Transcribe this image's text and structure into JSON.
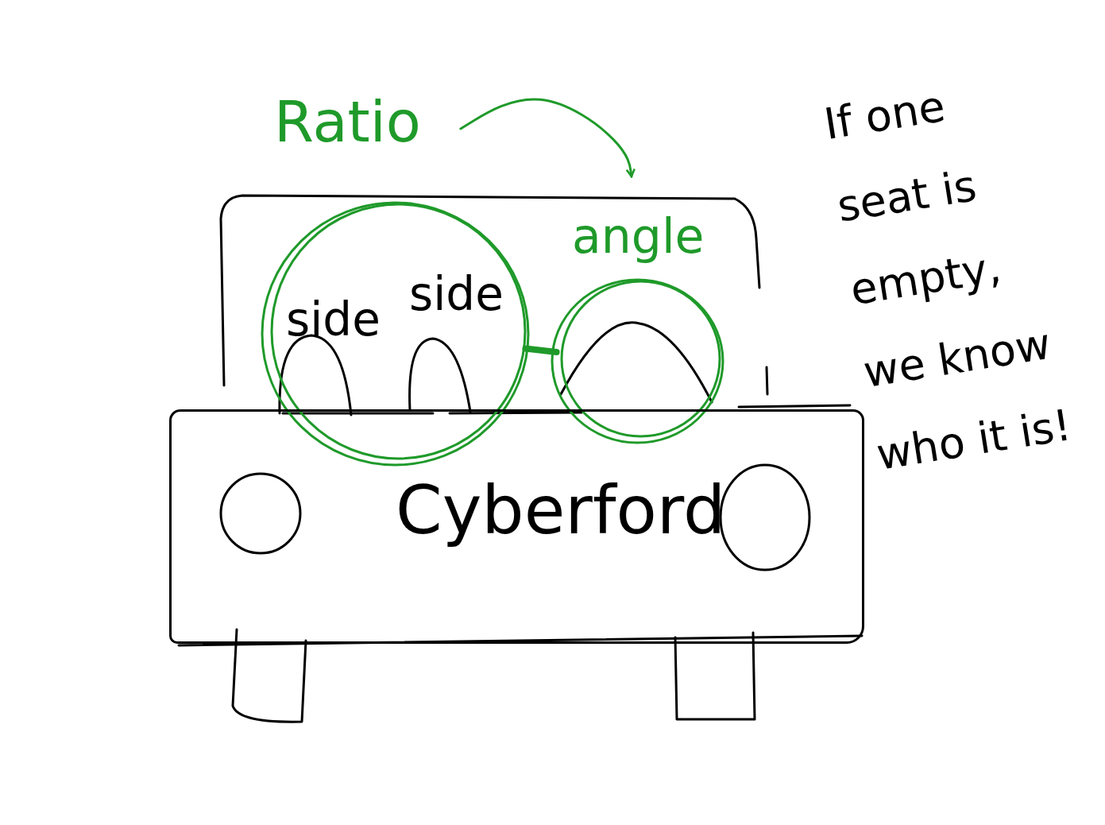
{
  "diagram": {
    "nodes": [
      {
        "text": [
          "Ratio",
          "side",
          "side"
        ]
      },
      {
        "text": [
          "angle"
        ]
      },
      {
        "text": [
          "Cyberford"
        ]
      }
    ],
    "edges": [
      {
        "from": 0,
        "to": 1,
        "arrow": "to"
      },
      {
        "from": 0,
        "to": 1,
        "arrow": "none"
      }
    ],
    "labels": [
      "If one seat is empty, we know who it is!"
    ]
  }
}
